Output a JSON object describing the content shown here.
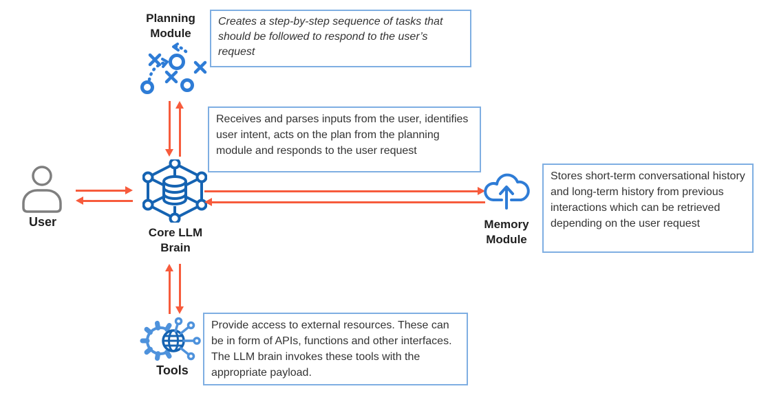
{
  "diagram": {
    "nodes": {
      "user": {
        "label": "User"
      },
      "planning": {
        "label_line1": "Planning",
        "label_line2": "Module"
      },
      "core": {
        "label_line1": "Core LLM",
        "label_line2": "Brain"
      },
      "memory": {
        "label_line1": "Memory",
        "label_line2": "Module"
      },
      "tools": {
        "label": "Tools"
      }
    },
    "annotations": {
      "planning": "Creates a step-by-step sequence of tasks that should be followed to respond to the user’s request",
      "core": "Receives and parses inputs from the user, identifies user intent, acts on the plan from the planning module and responds to the user request",
      "memory": "Stores short-term conversational history and long-term history from previous interactions which can be retrieved depending on the user request",
      "tools": "Provide access to external resources. These can be in form of APIs, functions and other interfaces. The LLM brain invokes these tools with the appropriate payload."
    },
    "edges": [
      {
        "from": "user",
        "to": "core",
        "style": "double-arrow"
      },
      {
        "from": "planning",
        "to": "core",
        "style": "double-arrow"
      },
      {
        "from": "core",
        "to": "memory",
        "style": "double-arrow"
      },
      {
        "from": "core",
        "to": "tools",
        "style": "double-arrow"
      }
    ],
    "icons": {
      "user": "person-outline",
      "planning": "strategy-x-and-o-play",
      "core": "hexagon-network-database",
      "memory": "cloud-upload",
      "tools": "gear-globe-circuit"
    },
    "colors": {
      "arrow": "#f75b3c",
      "box_border": "#7eaee2",
      "icon_blue": "#2e7cd6",
      "icon_blue_dark": "#1563b2",
      "icon_blue_light": "#4e92dc",
      "user_gray": "#7f7f7f",
      "text": "#333333"
    }
  }
}
